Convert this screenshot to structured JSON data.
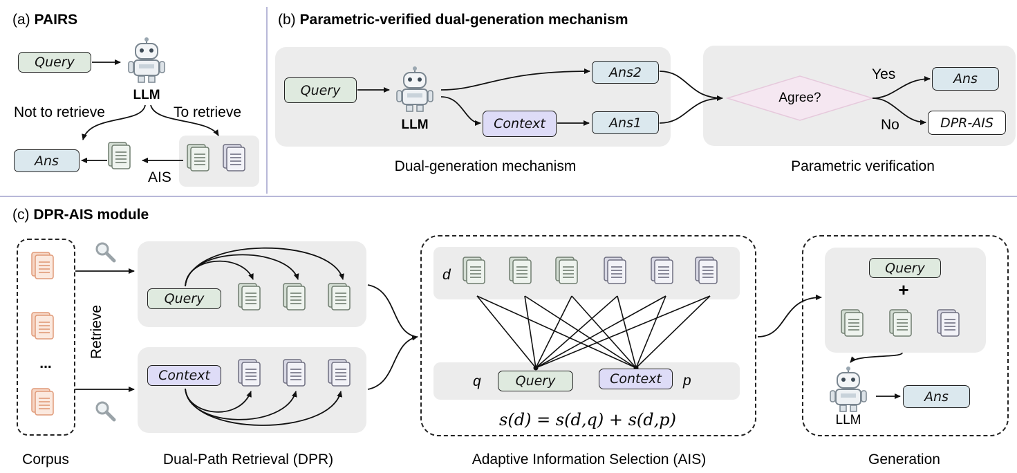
{
  "panel_a": {
    "tag": "(a)",
    "title": "PAIRS",
    "query": "Query",
    "llm": "LLM",
    "not_retrieve": "Not to retrieve",
    "to_retrieve": "To retrieve",
    "ans": "Ans",
    "ais": "AIS"
  },
  "panel_b": {
    "tag": "(b)",
    "title": "Parametric-verified dual-generation mechanism",
    "query": "Query",
    "llm": "LLM",
    "context": "Context",
    "ans2": "Ans2",
    "ans1": "Ans1",
    "agree": "Agree?",
    "yes": "Yes",
    "no": "No",
    "ans": "Ans",
    "dpr_ais": "DPR-AIS",
    "caption_left": "Dual-generation mechanism",
    "caption_right": "Parametric verification"
  },
  "panel_c": {
    "tag": "(c)",
    "title": "DPR-AIS module",
    "ellipsis": "...",
    "retrieve": "Retrieve",
    "query": "Query",
    "context": "Context",
    "d_label": "d",
    "q_label": "q",
    "p_label": "p",
    "formula": "s(d) = s(d,q) + s(d,p)",
    "gen_query": "Query",
    "plus": "+",
    "gen_llm": "LLM",
    "gen_ans": "Ans",
    "caption_corpus": "Corpus",
    "caption_dpr": "Dual-Path Retrieval (DPR)",
    "caption_ais": "Adaptive Information Selection (AIS)",
    "caption_gen": "Generation"
  },
  "colors": {
    "query_fill": "#dfeadf",
    "answer_fill": "#dbe8ee",
    "context_fill": "#dedcf7",
    "panel_fill": "#ececec",
    "agree_fill": "#f5e7f1",
    "divider": "#b8b8d8"
  },
  "icons": [
    "robot-icon",
    "document-icon",
    "search-icon"
  ]
}
